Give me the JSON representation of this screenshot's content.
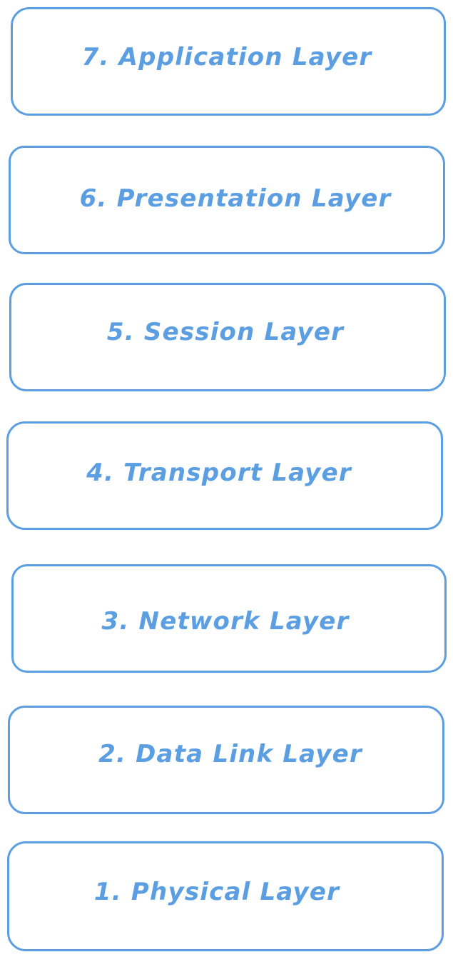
{
  "layers": [
    {
      "label": "7. Application Layer"
    },
    {
      "label": "6. Presentation Layer"
    },
    {
      "label": "5. Session Layer"
    },
    {
      "label": "4. Transport Layer"
    },
    {
      "label": "3. Network Layer"
    },
    {
      "label": "2. Data Link Layer"
    },
    {
      "label": "1. Physical Layer"
    }
  ],
  "colors": {
    "stroke": "#5b9ee1",
    "text": "#5b9ee1",
    "background": "#ffffff"
  }
}
